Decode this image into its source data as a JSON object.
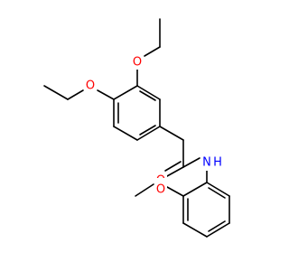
{
  "molecule": {
    "atoms": {
      "o_upper": {
        "label": "O",
        "color": "#ff0000"
      },
      "o_left": {
        "label": "O",
        "color": "#ff0000"
      },
      "o_carbonyl": {
        "label": "O",
        "color": "#ff0000"
      },
      "n_amide": {
        "label": "N",
        "color": "#0000ff"
      },
      "h_amide": {
        "label": "H",
        "color": "#0000ff"
      },
      "o_methoxy": {
        "label": "O",
        "color": "#ff0000"
      }
    }
  }
}
